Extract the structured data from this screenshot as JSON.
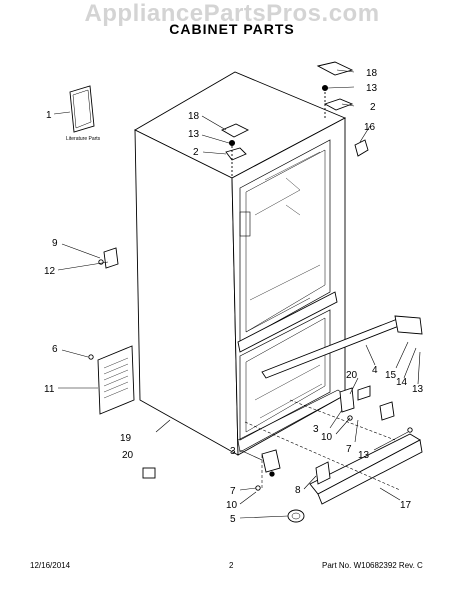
{
  "watermark": "AppliancePartsPros.com",
  "title": "CABINET PARTS",
  "literature_label": "Literature Parts",
  "footer": {
    "date": "12/16/2014",
    "page": "2",
    "part_no": "Part No. W10682392  Rev. C"
  },
  "callouts": [
    "18",
    "13",
    "2",
    "16",
    "18",
    "13",
    "2",
    "1",
    "9",
    "12",
    "6",
    "11",
    "4",
    "20",
    "15",
    "14",
    "13",
    "3",
    "10",
    "7",
    "13",
    "19",
    "20",
    "3",
    "7",
    "10",
    "8",
    "17",
    "5"
  ]
}
